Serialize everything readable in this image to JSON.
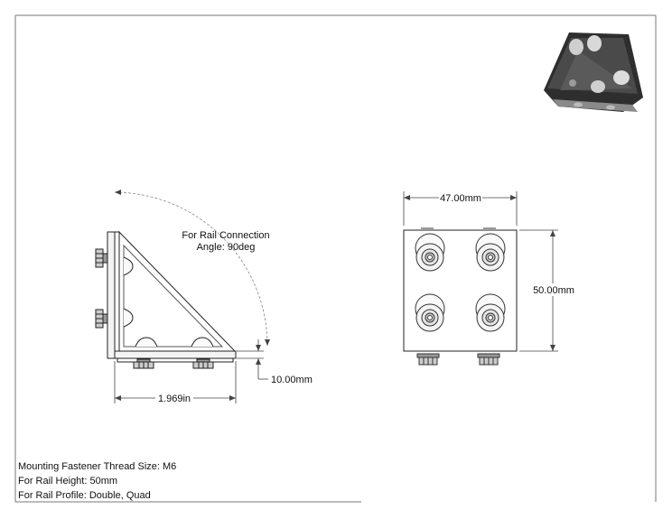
{
  "annotations": {
    "rail_connection_line1": "For Rail Connection",
    "rail_connection_line2": "Angle: 90deg",
    "width_dim": "47.00mm",
    "height_dim": "50.00mm",
    "thickness_dim": "10.00mm",
    "length_dim": "1.969in"
  },
  "notes": [
    "Mounting Fastener Thread Size: M6",
    "For Rail Height: 50mm",
    "For Rail Profile: Double, Quad"
  ],
  "colors": {
    "line": "#222222",
    "part_fill": "#f2f2f2",
    "iso_dark": "#3a3a3a"
  }
}
